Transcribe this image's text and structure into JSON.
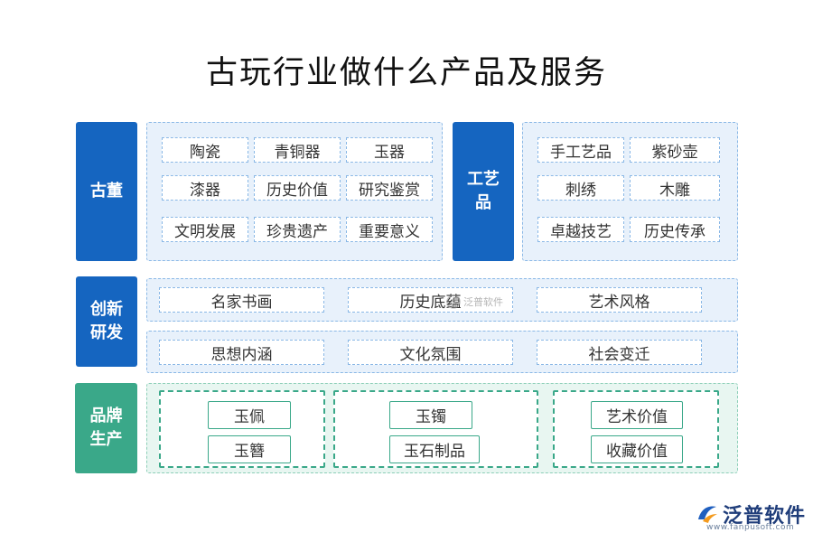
{
  "title": "古玩行业做什么产品及服务",
  "antiques": {
    "label": "古董",
    "items": [
      "陶瓷",
      "青铜器",
      "玉器",
      "漆器",
      "历史价值",
      "研究鉴赏",
      "文明发展",
      "珍贵遗产",
      "重要意义"
    ]
  },
  "crafts": {
    "label_line1": "工艺",
    "label_line2": "品",
    "items": [
      "手工艺品",
      "紫砂壶",
      "刺绣",
      "木雕",
      "卓越技艺",
      "历史传承"
    ]
  },
  "innovation": {
    "label_line1": "创新",
    "label_line2": "研发",
    "row1": [
      "名家书画",
      "历史底蕴",
      "艺术风格"
    ],
    "row2": [
      "思想内涵",
      "文化氛围",
      "社会变迁"
    ]
  },
  "brand": {
    "label_line1": "品牌",
    "label_line2": "生产",
    "groups": [
      [
        "玉佩",
        "玉簪"
      ],
      [
        "玉镯",
        "玉石制品"
      ],
      [
        "艺术价值",
        "收藏价值"
      ]
    ]
  },
  "watermark": {
    "text": "泛普软件"
  },
  "logo": {
    "text": "泛普软件",
    "url": "www.fanpusoft.com"
  },
  "colors": {
    "blue": "#1565c0",
    "green": "#3aa889",
    "panel_blue": "#e8f1fb",
    "panel_green": "#e8f6f1"
  }
}
